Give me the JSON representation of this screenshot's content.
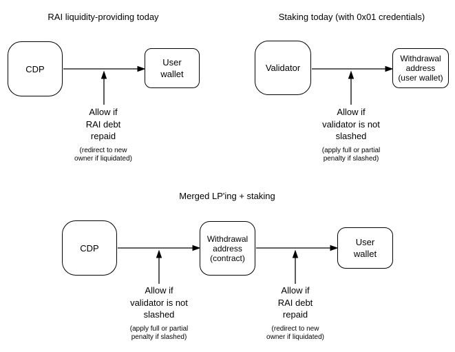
{
  "colors": {
    "stroke": "#000000",
    "text": "#000000",
    "background": "#ffffff"
  },
  "sections": {
    "lp": {
      "title": "RAI liquidity-providing today",
      "source": "CDP",
      "target": "User\nwallet",
      "condition": "Allow if\nRAI debt\nrepaid",
      "note": "(redirect to new\nowner if liquidated)"
    },
    "staking": {
      "title": "Staking today (with 0x01 credentials)",
      "source": "Validator",
      "target": "Withdrawal\naddress\n(user wallet)",
      "condition": "Allow if\nvalidator is not\nslashed",
      "note": "(apply full or partial\npenalty if slashed)"
    },
    "merged": {
      "title": "Merged LP'ing + staking",
      "source": "CDP",
      "middle": "Withdrawal\naddress\n(contract)",
      "target": "User\nwallet",
      "condition1": "Allow if\nvalidator is not\nslashed",
      "note1": "(apply full or partial\npenalty if slashed)",
      "condition2": "Allow if\nRAI debt\nrepaid",
      "note2": "(redirect to new\nowner if liquidated)"
    }
  }
}
